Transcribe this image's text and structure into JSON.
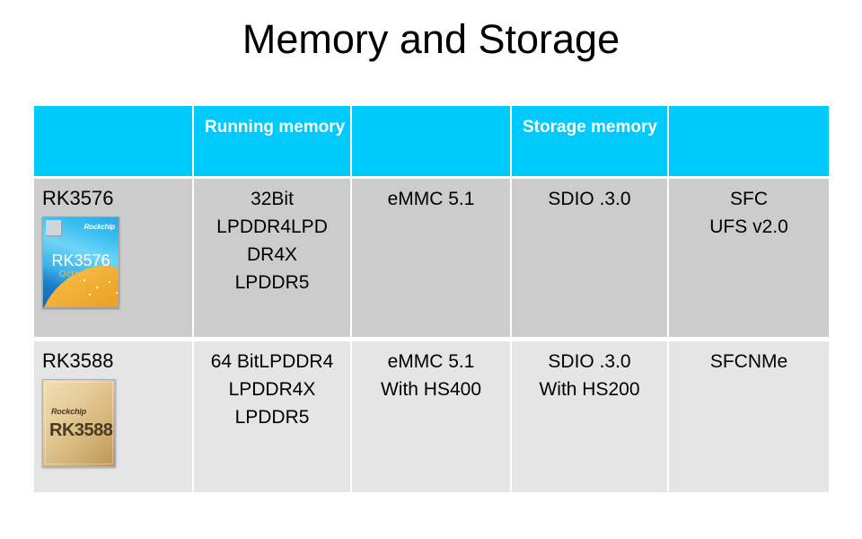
{
  "slide": {
    "title": "Memory and Storage"
  },
  "colors": {
    "header_bg": "#00c9fb",
    "header_text": "#ffffff",
    "row_dark_bg": "#cccccc",
    "row_light_bg": "#e5e5e5",
    "body_text": "#000000",
    "divider": "#ffffff"
  },
  "table": {
    "headers": [
      "",
      "Running\nmemory",
      "",
      "Storage\nmemory",
      ""
    ],
    "rows": [
      {
        "name": "RK3576",
        "chip": {
          "brand": "Rockchip",
          "part": "RK3576",
          "sub": "Octa Core",
          "icon": "rk3576-chip-image"
        },
        "running_memory": "32Bit\nLPDDR4LPD\nDR4X\nLPDDR5",
        "emmc": "eMMC 5.1",
        "storage_memory": "SDIO .3.0",
        "other": "SFC\nUFS v2.0"
      },
      {
        "name": "RK3588",
        "chip": {
          "brand": "Rockchip",
          "part": "RK3588",
          "sub": "",
          "icon": "rk3588-chip-image"
        },
        "running_memory": "64 BitLPDDR4\nLPDDR4X\nLPDDR5",
        "emmc": "eMMC 5.1\nWith HS400",
        "storage_memory": "SDIO .3.0\nWith HS200",
        "other": "SFCNMe"
      }
    ]
  }
}
